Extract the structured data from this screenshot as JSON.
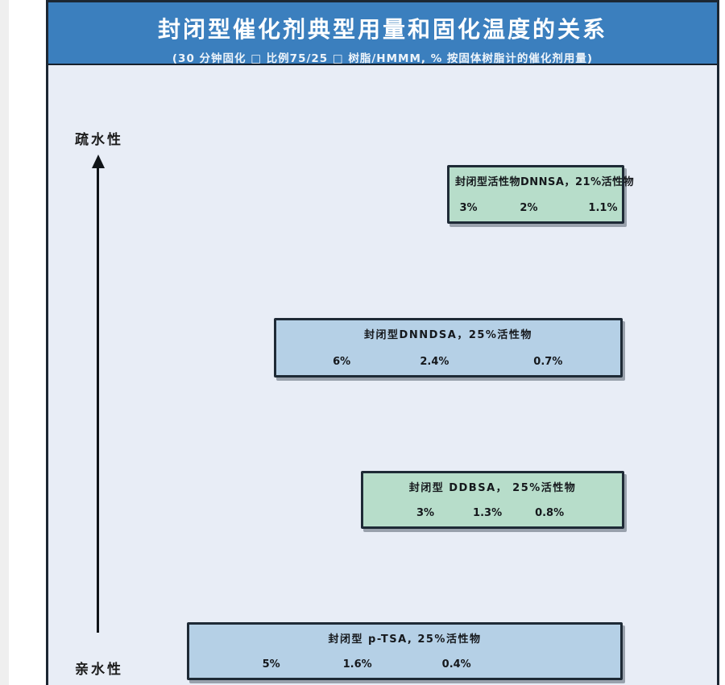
{
  "chart_data": {
    "type": "table",
    "title": "封闭型催化剂典型用量和固化温度的关系",
    "subtitle": "(30 分钟固化 □ 比例75/25 □ 树脂/HMMM, % 按固体树脂计的催化剂用量)",
    "axis": {
      "orientation": "vertical-arrow-up",
      "top_label": "疏水性",
      "bottom_label": "亲水性"
    },
    "series": [
      {
        "name": "封闭型活性物DNNSA，21%活性物",
        "fill": "green",
        "dosages_pct": [
          3,
          2,
          1.1
        ],
        "labels": [
          "3%",
          "2%",
          "1.1%"
        ]
      },
      {
        "name": "封闭型DNNDSA，25%活性物",
        "fill": "blue",
        "dosages_pct": [
          6,
          2.4,
          0.7
        ],
        "labels": [
          "6%",
          "2.4%",
          "0.7%"
        ]
      },
      {
        "name": "封闭型 DDBSA， 25%活性物",
        "fill": "green",
        "dosages_pct": [
          3,
          1.3,
          0.8
        ],
        "labels": [
          "3%",
          "1.3%",
          "0.8%"
        ]
      },
      {
        "name": "封闭型 p-TSA,  25%活性物",
        "fill": "blue",
        "dosages_pct": [
          5,
          1.6,
          0.4
        ],
        "labels": [
          "5%",
          "1.6%",
          "0.4%"
        ]
      }
    ],
    "colors": {
      "header_bg": "#3b7fbe",
      "body_bg": "#e8edf6",
      "green_box": "#b7ddca",
      "blue_box": "#b5d0e6",
      "border": "#1c2733",
      "title_text": "#ffffff"
    }
  }
}
